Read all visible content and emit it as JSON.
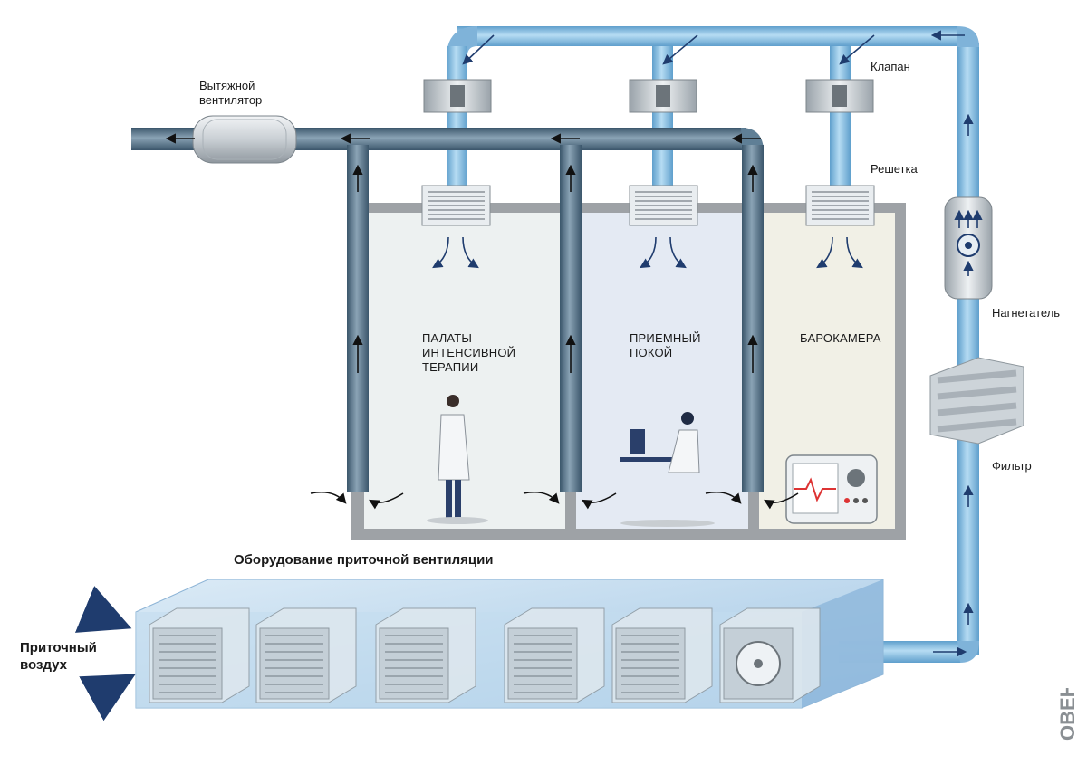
{
  "labels": {
    "exhaust_fan": "Вытяжной\nвентилятор",
    "valve": "Клапан",
    "grille": "Решетка",
    "blower": "Нагнетатель",
    "filter": "Фильтр",
    "room_icu": "ПАЛАТЫ\nИНТЕНСИВНОЙ\nТЕРАПИИ",
    "room_reception": "ПРИЕМНЫЙ\nПОКОЙ",
    "room_barochamber": "БАРОКАМЕРА",
    "supply_equipment": "Оборудование приточной вентиляции",
    "supply_air": "Приточный\nвоздух"
  },
  "brand": {
    "text": "ОВЕН"
  },
  "colors": {
    "supply_duct": "#8fc3e6",
    "supply_duct_edge": "#4f8fbf",
    "exhaust_duct": "#4f6f86",
    "exhaust_duct_light": "#7f9bb0",
    "room_wall": "#9ea2a6",
    "room_icu_bg": "#edf1f1",
    "room_reception_bg": "#e4eaf3",
    "room_baro_bg": "#f1f0e6",
    "arrow_dark": "#1f3c6e",
    "ahu_body": "#b9d6ec"
  }
}
